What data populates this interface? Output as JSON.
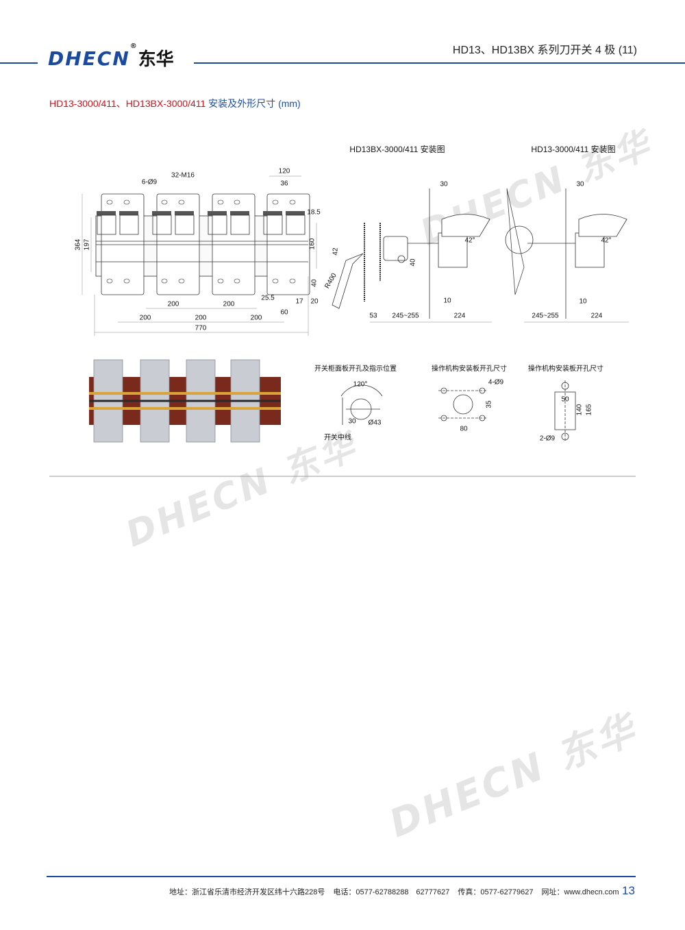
{
  "header": {
    "logo_text": "DHECN",
    "logo_cn": "东华",
    "logo_reg": "®",
    "title": "HD13、HD13BX 系列刀开关 4 极 (11)"
  },
  "section": {
    "title_red": "HD13-3000/411、HD13BX-3000/411",
    "title_blue": " 安装及外形尺寸 (mm)"
  },
  "drawings": {
    "bx_caption": "HD13BX-3000/411 安装图",
    "hd_caption": "HD13-3000/411 安装图",
    "front_dims": [
      "6-Ø9",
      "32-M16",
      "120",
      "36",
      "18.5",
      "364",
      "197",
      "160",
      "40",
      "25.5",
      "17",
      "20",
      "60",
      "200",
      "200",
      "200",
      "200",
      "200",
      "770"
    ],
    "bx_dims": [
      "42",
      "R400",
      "30",
      "42°",
      "40",
      "10",
      "53",
      "245~255",
      "224"
    ],
    "hd_dims": [
      "30",
      "42°",
      "10",
      "245~255",
      "224"
    ],
    "panel": {
      "title": "开关柜面板开孔及指示位置",
      "angle": "120°",
      "offset": "30",
      "hole": "Ø43",
      "centerline": "开关中线"
    },
    "mount1": {
      "title": "操作机构安装板开孔尺寸",
      "holes": "4-Ø9",
      "h": "35",
      "w": "80"
    },
    "mount2": {
      "title": "操作机构安装板开孔尺寸",
      "w": "50",
      "h1": "140",
      "h2": "165",
      "holes": "2-Ø9"
    }
  },
  "watermark": "DHECN 东华",
  "footer": {
    "address": "地址：浙江省乐清市经济开发区纬十六路228号",
    "phone": "电话：0577-62788288　62777627",
    "fax": "传真：0577-62779627",
    "web": "网址：www.dhecn.com",
    "page": "13"
  },
  "colors": {
    "brand_blue": "#1a4aa0",
    "brand_red": "#d0121b",
    "photo_base": "#7a2a1c"
  }
}
